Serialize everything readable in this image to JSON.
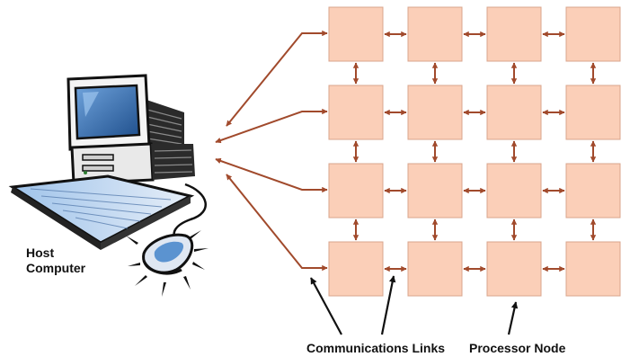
{
  "labels": {
    "host_line1": "Host",
    "host_line2": "Computer",
    "links": "Communications Links",
    "node": "Processor Node"
  },
  "grid": {
    "rows": 4,
    "cols": 4
  },
  "colors": {
    "node_fill": "#fbcfb8",
    "node_stroke": "#d8a48c",
    "link": "#a14a2c",
    "pointer": "#111111",
    "screen": "#3d78bb",
    "keys": "#bcd2ee"
  }
}
